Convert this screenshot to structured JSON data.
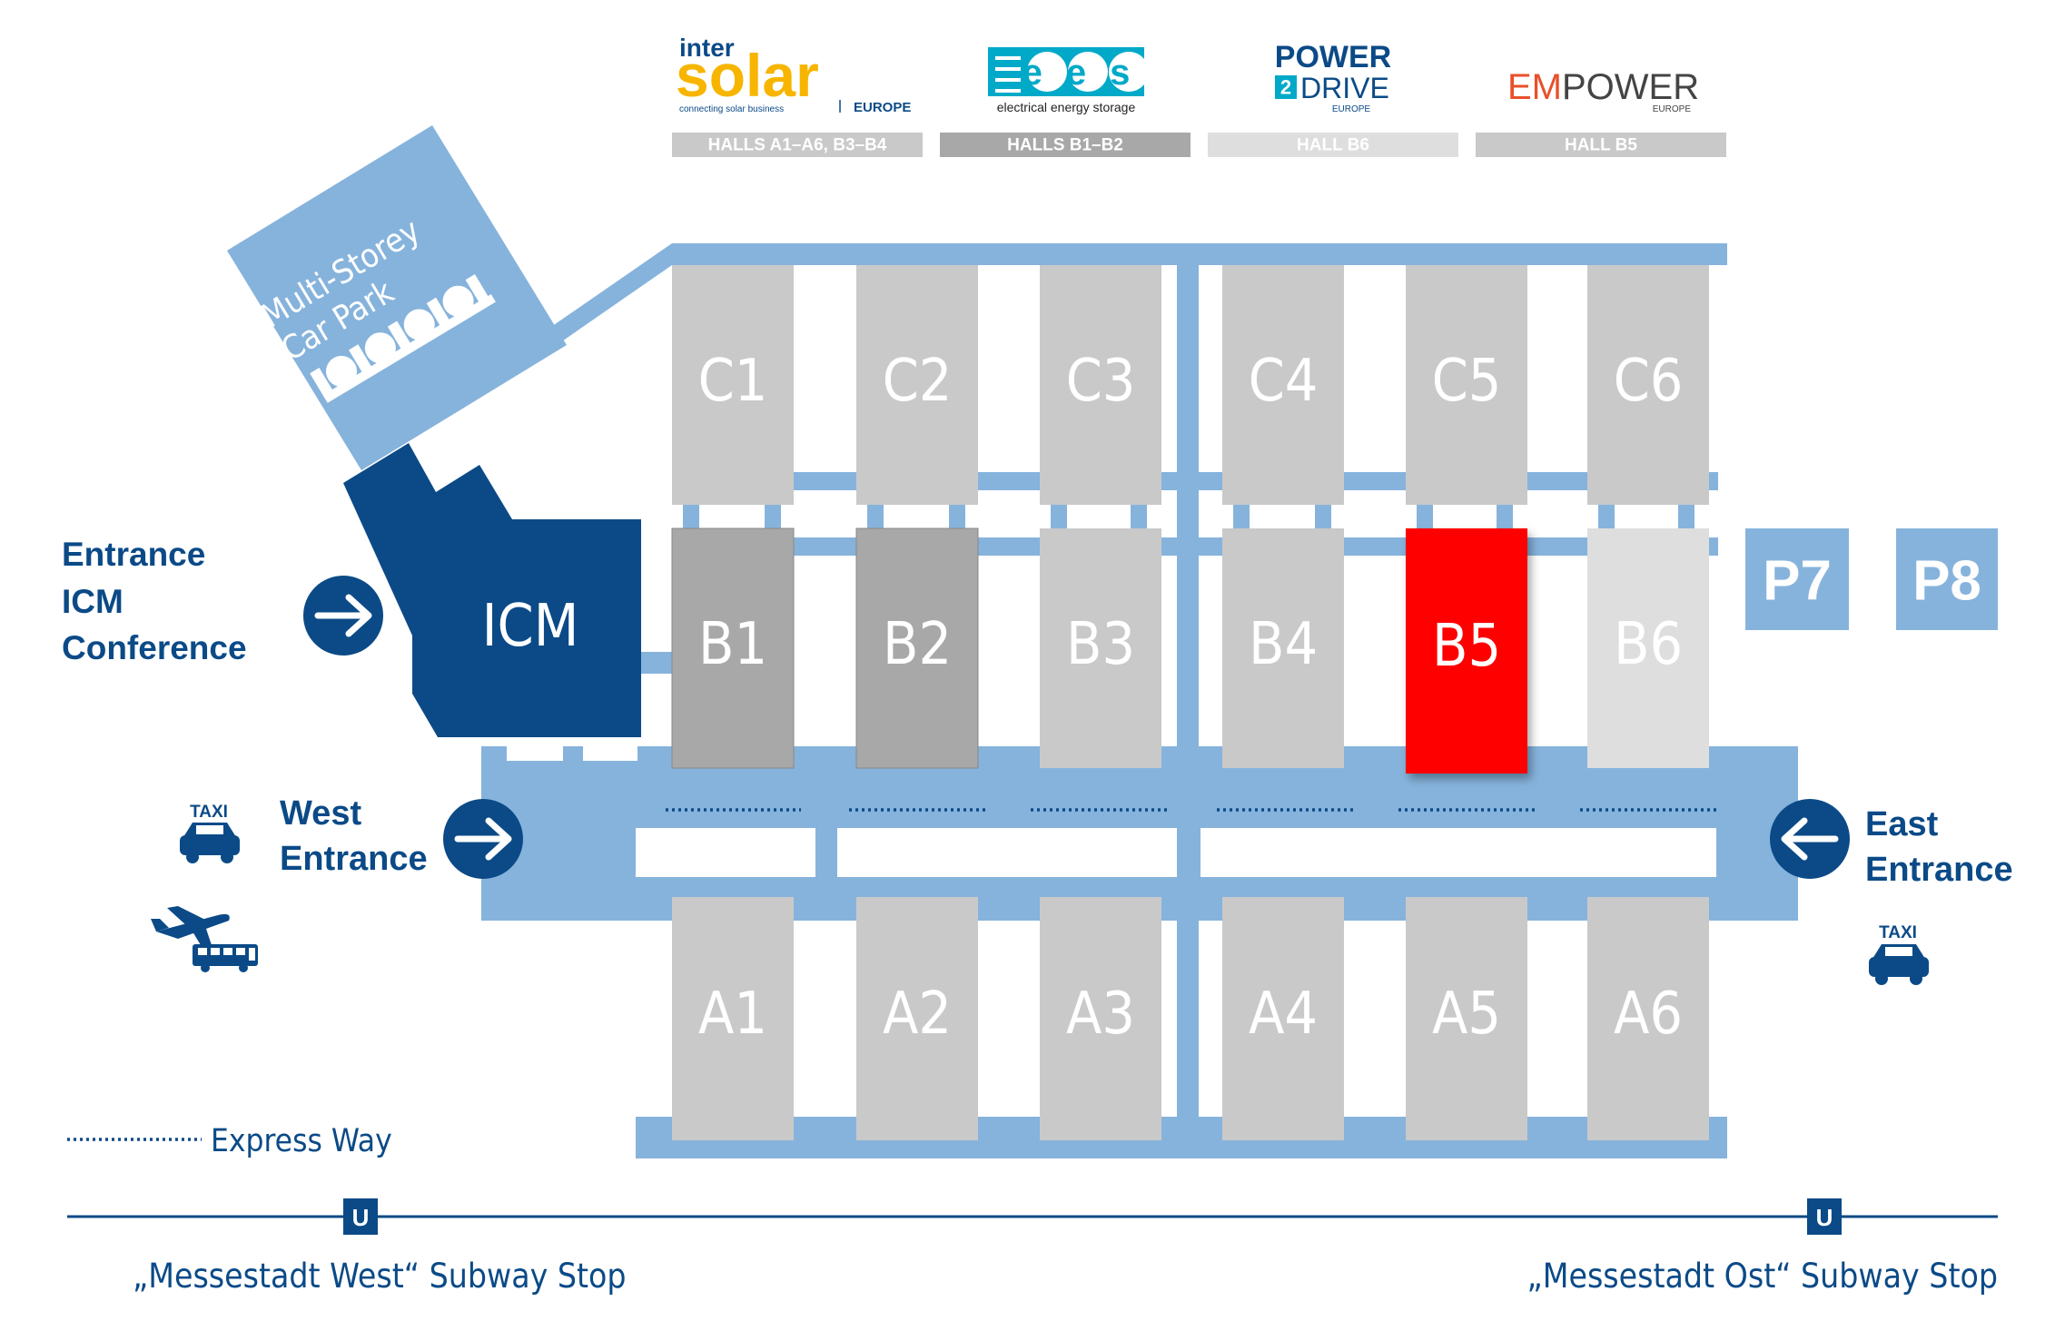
{
  "exhibitions": [
    {
      "logo_top": "inter",
      "logo_main": "solar",
      "logo_sub": "connecting solar business",
      "logo_region": "EUROPE",
      "halls": "HALLS A1–A6, B3–B4",
      "strip_color": "#c9c9c9"
    },
    {
      "logo_main": "ees",
      "logo_sub": "electrical energy storage",
      "halls": "HALLS B1–B2",
      "strip_color": "#a8a8a8"
    },
    {
      "logo_top": "POWER",
      "logo_badge": "2",
      "logo_main": "DRIVE",
      "logo_region": "EUROPE",
      "halls": "HALL B6",
      "strip_color": "#dedede"
    },
    {
      "logo_main_a": "EM",
      "logo_main_b": "POWER",
      "logo_region": "EUROPE",
      "halls": "HALL B5",
      "strip_color": "#c9c9c9"
    }
  ],
  "halls_row_c": [
    "C1",
    "C2",
    "C3",
    "C4",
    "C5",
    "C6"
  ],
  "halls_row_b": [
    "B1",
    "B2",
    "B3",
    "B4",
    "B5",
    "B6"
  ],
  "halls_row_a": [
    "A1",
    "A2",
    "A3",
    "A4",
    "A5",
    "A6"
  ],
  "highlighted_hall": "B5",
  "parking": [
    "P7",
    "P8"
  ],
  "car_park": {
    "line1": "Multi-Storey",
    "line2": "Car Park"
  },
  "icm": "ICM",
  "entrance_icm": {
    "line1": "Entrance",
    "line2": "ICM",
    "line3": "Conference"
  },
  "west_entrance": {
    "line1": "West",
    "line2": "Entrance"
  },
  "east_entrance": {
    "line1": "East",
    "line2": "Entrance"
  },
  "taxi": "TAXI",
  "legend": {
    "express_way": "Express Way"
  },
  "subway": {
    "symbol": "U",
    "west_stop": "„Messestadt West“ Subway Stop",
    "east_stop": "„Messestadt Ost“ Subway Stop"
  },
  "colors": {
    "navy": "#0b4a87",
    "light_blue": "#86b3dc",
    "hall_grey": "#c9c9c9",
    "highlight_red": "#ff0000",
    "ees_teal": "#00a9c8",
    "solar_yellow": "#f7b500"
  }
}
